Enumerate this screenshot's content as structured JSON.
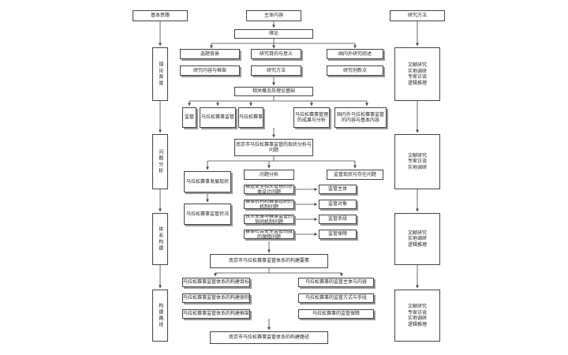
{
  "columns": {
    "left_header": "基本思路",
    "center_header": "主体内容",
    "right_header": "研究方法"
  },
  "stages": [
    "理论背景",
    "问题分析",
    "体系构建",
    "构建路径"
  ],
  "methods": [
    "文献研究\n实地调研\n专家访谈\n逻辑推理",
    "文献研究\n专家访谈\n实地调研",
    "文献研究\n实地调研\n逻辑推理",
    "文献研究\n专家访谈\n实地调研\n逻辑推理"
  ],
  "content": {
    "intro": "绪论",
    "background": "选题背景",
    "purpose": "研究目的与意义",
    "literature": "国内外研究综述",
    "research_content": "研究内容与框架",
    "research_methods": "研究方法",
    "innovation": "研究创新点",
    "concepts": "相关概念及理论基础",
    "concept_items": [
      "监管",
      "马拉松赛事监管",
      "马拉松赛事",
      "马拉松赛事管理的成果与分析",
      "国内外马拉松赛事监管的内容与基本内容"
    ],
    "status_title": "南京市马拉松赛事监管的现状分析与问题",
    "branch_left": "马拉松赛事发展现状",
    "branch_left_sub": "马拉松赛事监管状况",
    "branch_mid": "问题分析",
    "branch_right": "监管现状与存在问题",
    "problems": [
      "赛道安全相关管理的总体设计问题",
      "赛事机构和赛事组织的机制问题",
      "技术支撑与赛事监管的协同机制问题",
      "赛事社会安全监管制度的保障问题"
    ],
    "findings": [
      "监管主体",
      "监管对象",
      "监管手段",
      "监管保障"
    ],
    "elements_title": "南京市马拉松赛事监管体系的构建要素",
    "elements_left": [
      "马拉松赛事监管体系的构建目标",
      "马拉松赛事监管体系的构建原则",
      "马拉松赛事监管体系的构建框架"
    ],
    "elements_right": [
      "马拉松赛事的监管主体与内容",
      "马拉松赛事的监管方式与手段",
      "马拉松赛事的监管保障"
    ],
    "path_title": "南京市马拉松赛事监管体系的构建路径"
  }
}
